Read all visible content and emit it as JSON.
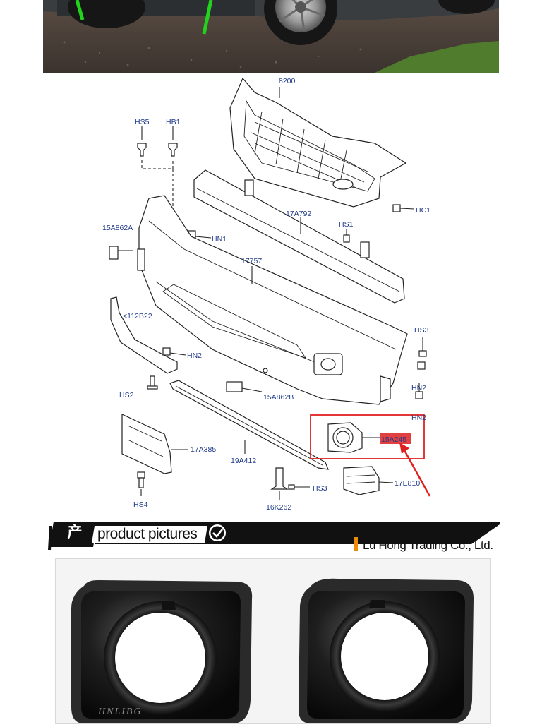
{
  "diagram": {
    "callouts": {
      "grille": "8200",
      "hs5": "HS5",
      "hb1": "HB1",
      "hc1": "HC1",
      "beam": "17A792",
      "hs1": "HS1",
      "bracket_left": "15A862A",
      "hn1": "HN1",
      "bumper": "17757",
      "strip_left": "<112B22",
      "hs3_right": "HS3",
      "hn2_left": "HN2",
      "hn2_right": "HN2",
      "hn2_right2": "HN2",
      "hs2": "HS2",
      "bracket_center": "15A862B",
      "fog_cover": "15A245",
      "plate": "17A385",
      "lower_strip": "19A412",
      "hs3_bottom": "HS3",
      "hs4": "HS4",
      "clip_bottom": "16K262",
      "side_lamp": "17E810"
    },
    "highlight_color": "#e02020",
    "label_color": "#1f3a8a"
  },
  "banner": {
    "badge": "产",
    "title": "product pictures",
    "company": "Lu Hong Trading Co., Ltd.",
    "check_icon": "check-circle-icon"
  },
  "products": {
    "watermark": "HNLIBG"
  }
}
